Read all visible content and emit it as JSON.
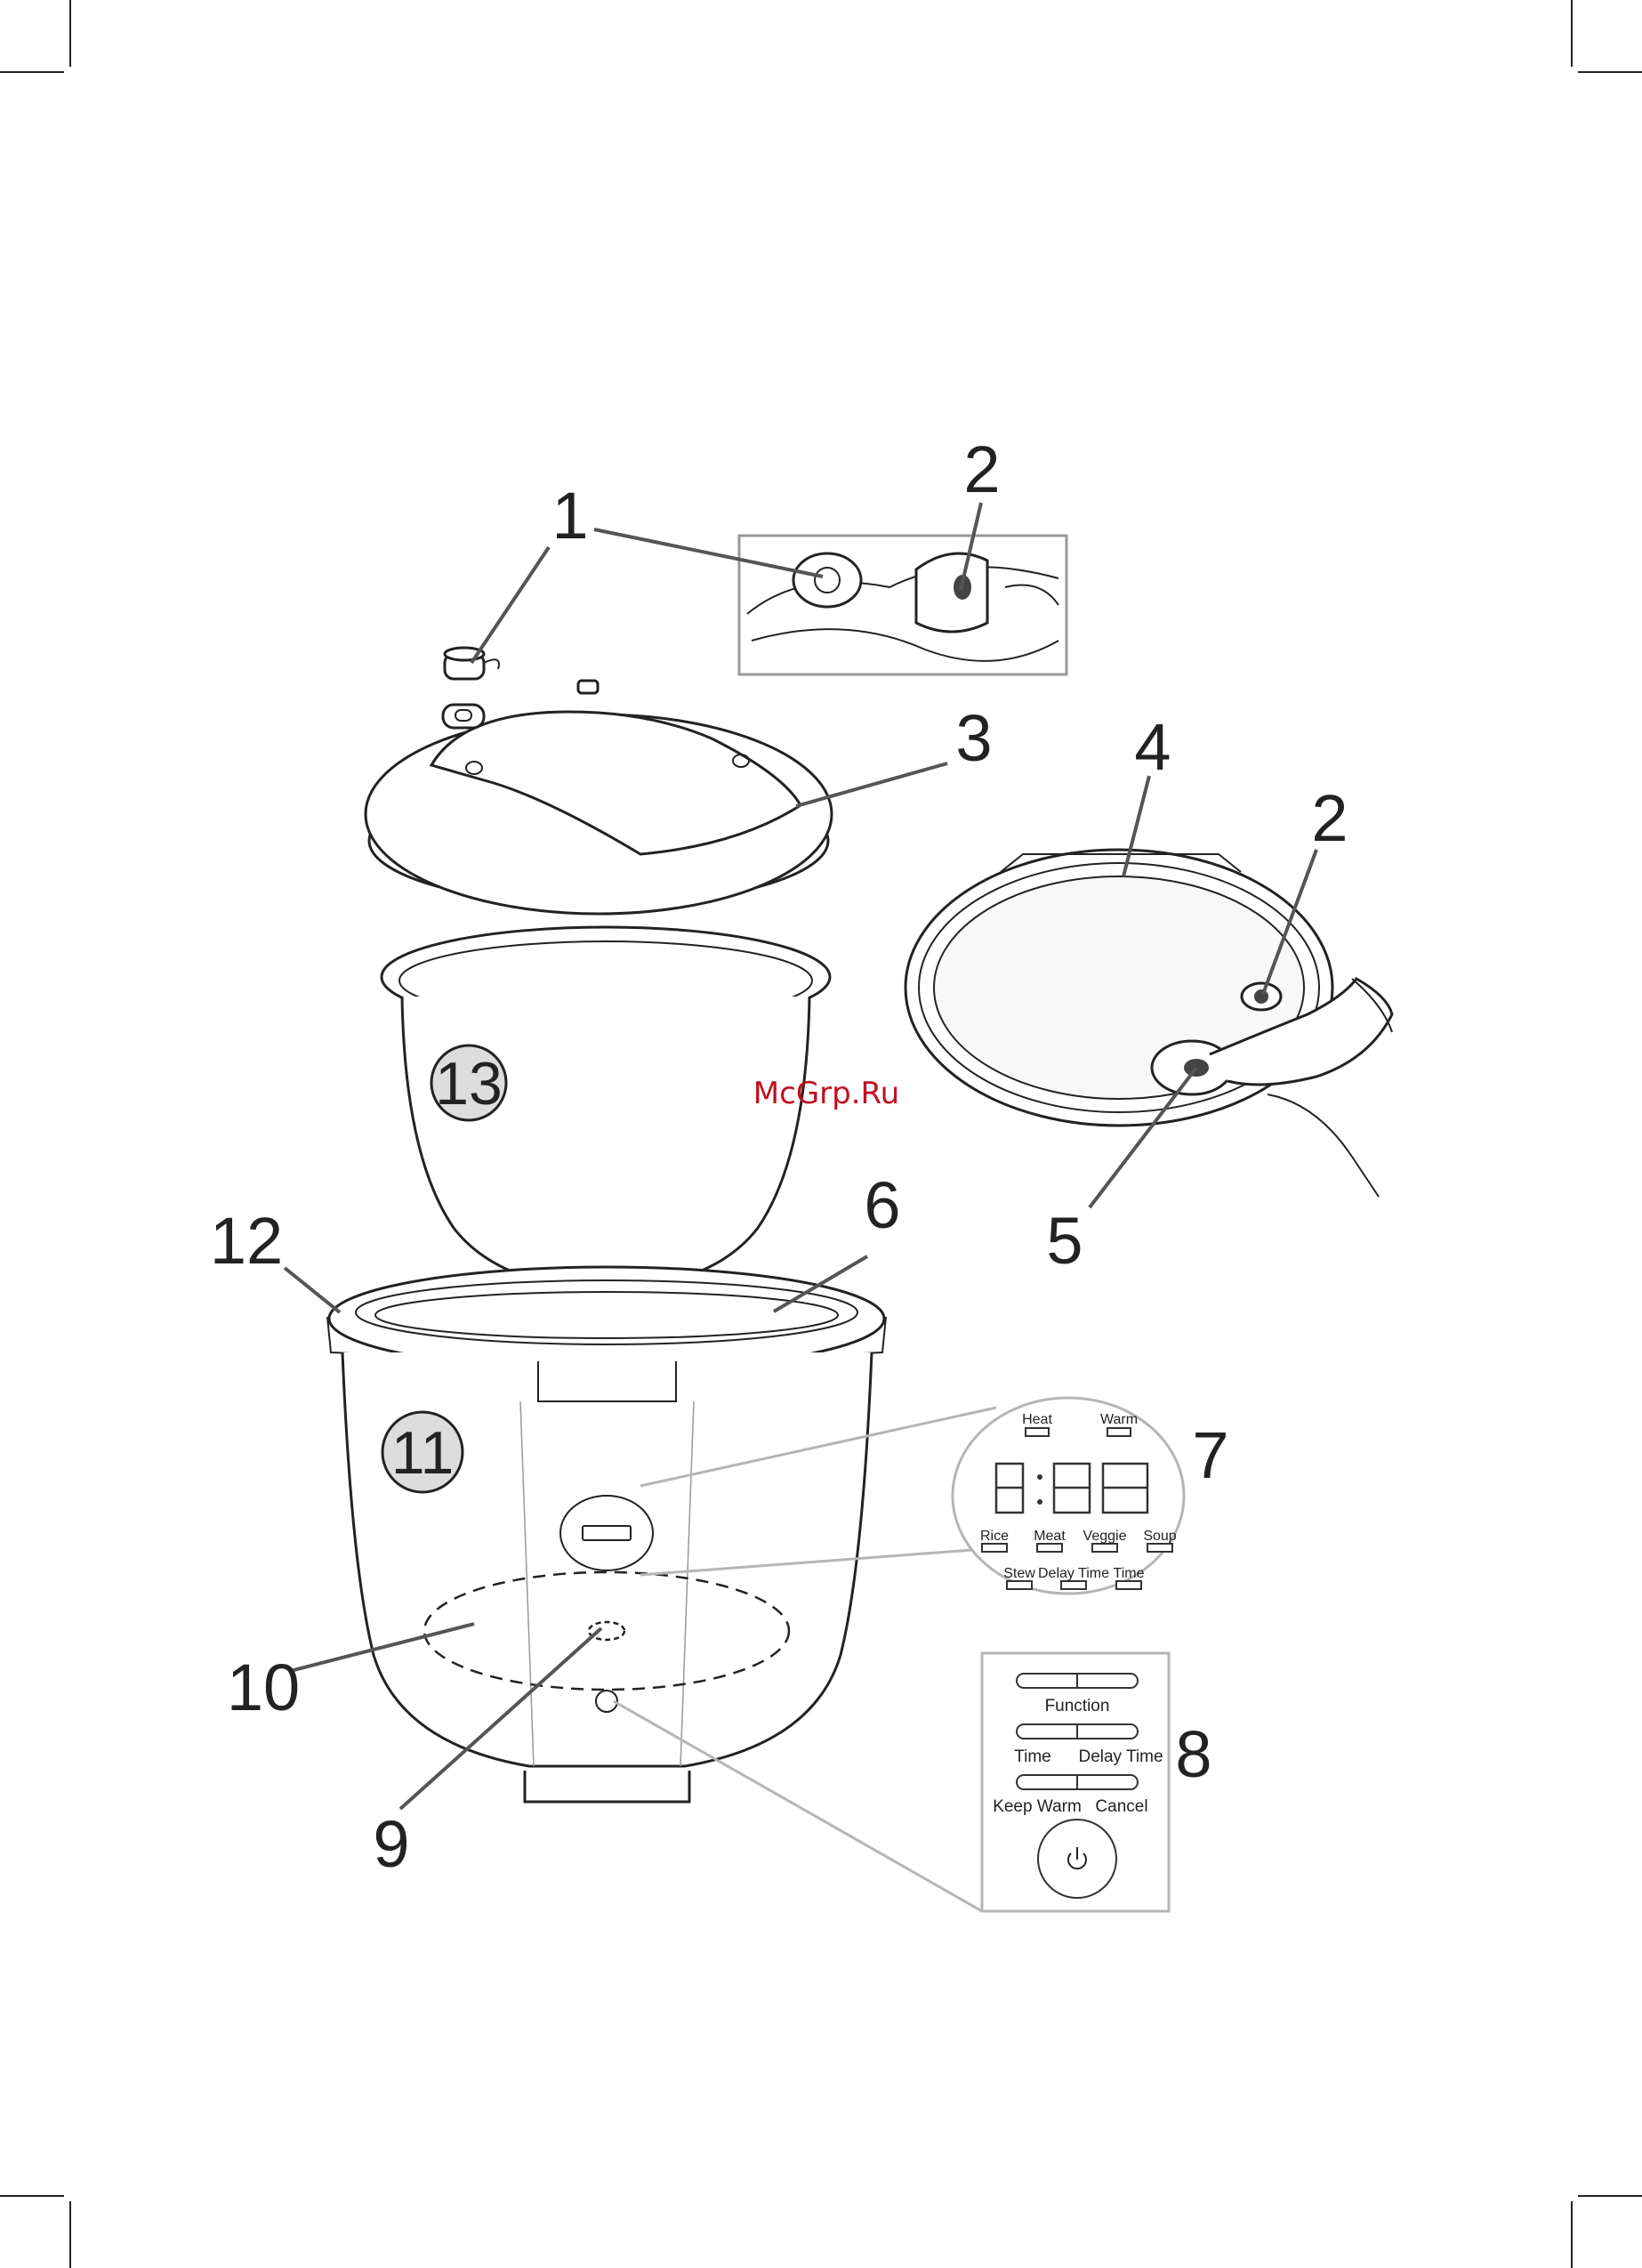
{
  "watermark": "McGrp.Ru",
  "callouts": {
    "c1": "1",
    "c2a": "2",
    "c2b": "2",
    "c3": "3",
    "c4": "4",
    "c5": "5",
    "c6": "6",
    "c7": "7",
    "c8": "8",
    "c9": "9",
    "c10": "10",
    "c11": "11",
    "c12": "12",
    "c13": "13"
  },
  "display_panel": {
    "top_labels": [
      "Heat",
      "Warm"
    ],
    "row1_labels": [
      "Rice",
      "Meat",
      "Veggie",
      "Soup"
    ],
    "row2_labels": [
      "Stew",
      "Delay Time",
      "Time"
    ]
  },
  "button_panel": {
    "function_label": "Function",
    "time_label": "Time",
    "delay_time_label": "Delay Time",
    "keep_warm_label": "Keep Warm",
    "cancel_label": "Cancel"
  },
  "icons": {
    "power": "power-icon"
  }
}
